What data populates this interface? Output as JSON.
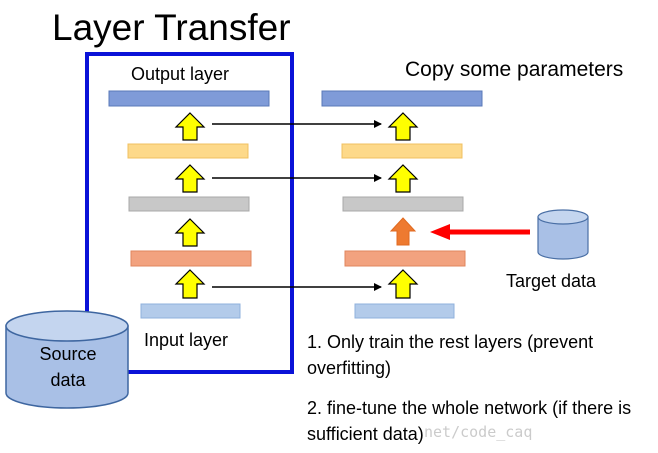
{
  "title": "Layer Transfer",
  "copy_label": "Copy some parameters",
  "output_label": "Output layer",
  "input_label": "Input layer",
  "target_label": "Target data",
  "source_label": "Source data",
  "note1": "1. Only train the rest layers (prevent overfitting)",
  "note2": "2. fine-tune the whole network (if there is sufficient data)",
  "watermark": "net/code_caq",
  "colors": {
    "frame": "#0a12d8",
    "layer_blue": "#7f9bd8",
    "layer_yellow": "#fdd98a",
    "layer_gray": "#c8c8c8",
    "layer_orange": "#f2a27f",
    "layer_lightblue": "#b3cbea",
    "up_arrow_yellow": "#ffff00",
    "up_arrow_orange": "#ee7a30",
    "red_arrow": "#ff0000",
    "cylinder_blue": "#a9c0e6"
  }
}
